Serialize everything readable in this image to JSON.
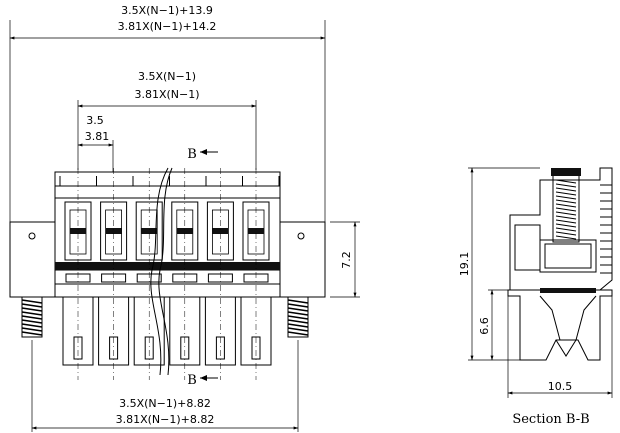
{
  "front_view": {
    "overall_length_35": "3.5X(N−1)+13.9",
    "overall_length_381": "3.81X(N−1)+14.2",
    "pitch_span_35": "3.5X(N−1)",
    "pitch_span_381": "3.81X(N−1)",
    "pitch_35": "3.5",
    "pitch_381": "3.81",
    "height_label": "7.2",
    "bottom_span_35": "3.5X(N−1)+8.82",
    "bottom_span_381": "3.81X(N−1)+8.82",
    "section_marker_top": "B",
    "section_marker_bottom": "B",
    "pin_count": 6
  },
  "section_view": {
    "height_label": "19.1",
    "lower_height_label": "6.6",
    "width_label": "10.5",
    "caption": "Section B-B"
  }
}
